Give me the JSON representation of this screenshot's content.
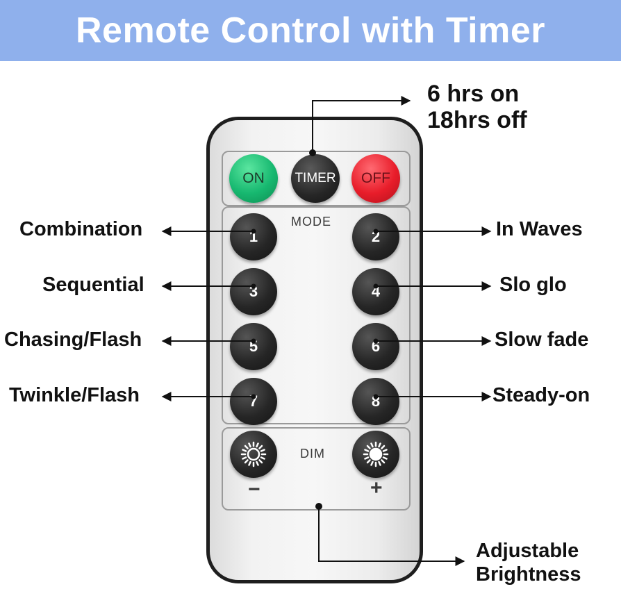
{
  "banner": {
    "title": "Remote Control with Timer",
    "color": "#8fb0ec"
  },
  "buttons": {
    "on": "ON",
    "timer": "TIMER",
    "off": "OFF",
    "mode_label": "MODE",
    "dim_label": "DIM",
    "minus": "−",
    "plus": "+",
    "modes": [
      "1",
      "2",
      "3",
      "4",
      "5",
      "6",
      "7",
      "8"
    ]
  },
  "callouts": {
    "timer_line1": "6 hrs on",
    "timer_line2": "18hrs off",
    "mode1": "Combination",
    "mode2": "In Waves",
    "mode3": "Sequential",
    "mode4": "Slo glo",
    "mode5": "Chasing/Flash",
    "mode6": "Slow fade",
    "mode7": "Twinkle/Flash",
    "mode8": "Steady-on",
    "dim_line1": "Adjustable",
    "dim_line2": "Brightness"
  },
  "colors": {
    "on": "#17b870",
    "off": "#e81d2a",
    "button": "#262626"
  }
}
